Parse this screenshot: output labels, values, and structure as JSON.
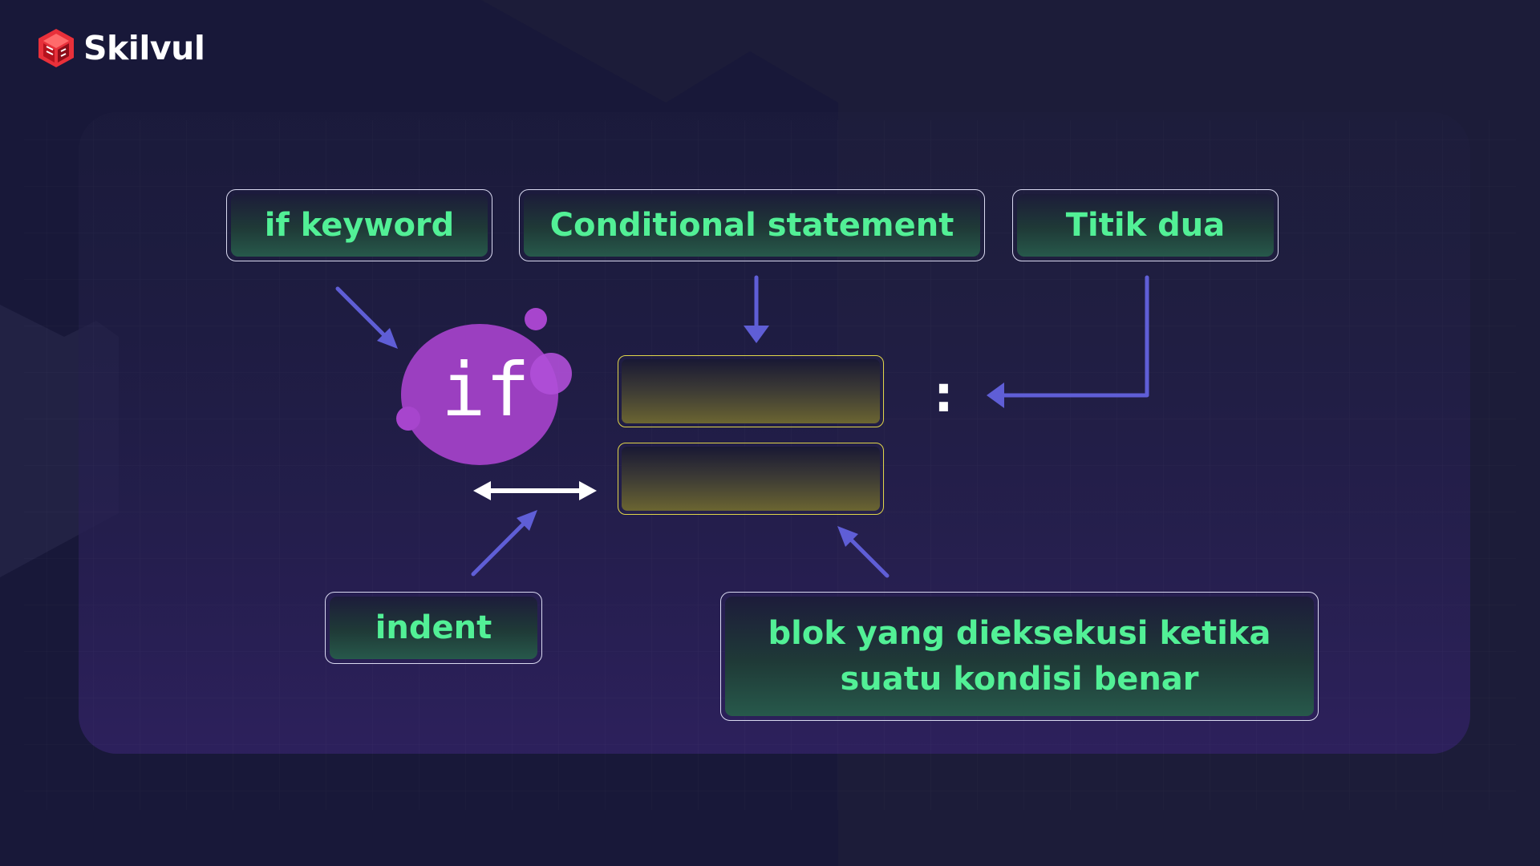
{
  "brand": {
    "name": "Skilvul",
    "logo_icon": "skilvul-logo-icon",
    "logo_color": "#e8303a"
  },
  "diagram": {
    "labels": {
      "if_keyword": "if keyword",
      "conditional_statement": "Conditional statement",
      "titik_dua": "Titik dua",
      "indent": "indent",
      "block_line1": "blok yang dieksekusi ketika",
      "block_line2": "suatu kondisi benar"
    },
    "code": {
      "keyword": "if",
      "colon": ":"
    }
  },
  "colors": {
    "background": "#1c1c39",
    "label_text": "#52f096",
    "arrow": "#5f5ed6",
    "if_blob": "#9b3fc0",
    "slot_border": "#e1d64a"
  }
}
